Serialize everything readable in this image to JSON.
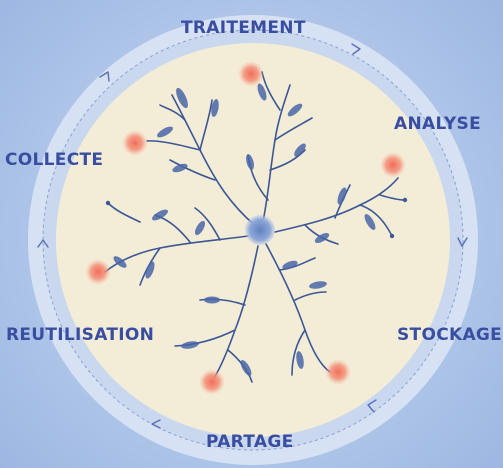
{
  "stages": {
    "traitement": "TRAITEMENT",
    "analyse": "ANALYSE",
    "stockage": "STOCKAGE",
    "partage": "PARTAGE",
    "reutilisation": "REUTILISATION",
    "collecte": "COLLECTE"
  },
  "colors": {
    "ring_outer": "#d8e3f4",
    "ring_inner": "#c7d5ee",
    "disc": "#f3edd7",
    "text": "#3a4ea1",
    "branch": "#3c5796",
    "node": "#ec7c5e",
    "nucleus": "#7d9bd0"
  },
  "icons": {
    "cycle_arrow": "chevron-arrow-icon",
    "center": "cell-nucleus-icon"
  }
}
